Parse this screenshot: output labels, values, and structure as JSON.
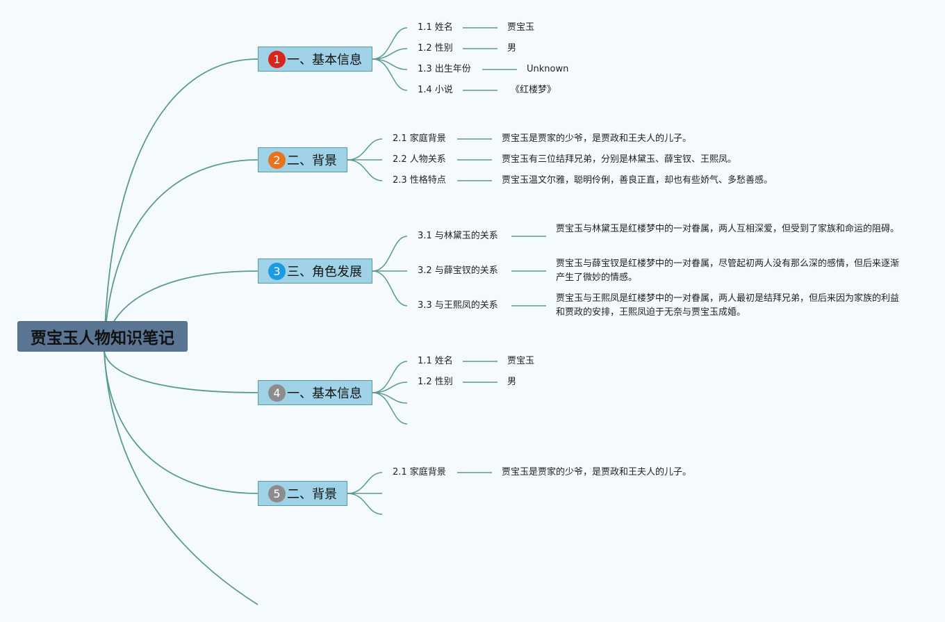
{
  "central": {
    "label": "贾宝玉人物知识笔记"
  },
  "topics": [
    {
      "num": "1",
      "label": "一、基本信息",
      "badge_color": "#d9251c",
      "items": [
        {
          "label": "1.1 姓名",
          "value": "贾宝玉"
        },
        {
          "label": "1.2 性别",
          "value": "男"
        },
        {
          "label": "1.3 出生年份",
          "value": "Unknown"
        },
        {
          "label": "1.4 小说",
          "value": "《红楼梦》"
        }
      ]
    },
    {
      "num": "2",
      "label": "二、背景",
      "badge_color": "#e8731e",
      "items": [
        {
          "label": "2.1 家庭背景",
          "value": "贾宝玉是贾家的少爷，是贾政和王夫人的儿子。"
        },
        {
          "label": "2.2 人物关系",
          "value": "贾宝玉有三位结拜兄弟，分别是林黛玉、薛宝钗、王熙凤。"
        },
        {
          "label": "2.3 性格特点",
          "value": "贾宝玉温文尔雅，聪明伶俐，善良正直，却也有些娇气、多愁善感。"
        }
      ]
    },
    {
      "num": "3",
      "label": "三、角色发展",
      "badge_color": "#1d9be2",
      "items": [
        {
          "label": "3.1 与林黛玉的关系",
          "value": "贾宝玉与林黛玉是红楼梦中的一对眷属，两人互相深爱，但受到了家族和命运的阻碍。"
        },
        {
          "label": "3.2 与薛宝钗的关系",
          "value": "贾宝玉与薛宝钗是红楼梦中的一对眷属，尽管起初两人没有那么深的感情，但后来逐渐产生了微妙的情感。"
        },
        {
          "label": "3.3 与王熙凤的关系",
          "value": "贾宝玉与王熙凤是红楼梦中的一对眷属，两人最初是结拜兄弟，但后来因为家族的利益和贾政的安排，王熙凤迫于无奈与贾宝玉成婚。"
        }
      ]
    },
    {
      "num": "4",
      "label": "一、基本信息",
      "badge_color": "#8c8c8c",
      "items": [
        {
          "label": "1.1 姓名",
          "value": "贾宝玉"
        },
        {
          "label": "1.2 性别",
          "value": "男"
        }
      ]
    },
    {
      "num": "5",
      "label": "二、背景",
      "badge_color": "#8c8c8c",
      "items": [
        {
          "label": "2.1 家庭背景",
          "value": "贾宝玉是贾家的少爷，是贾政和王夫人的儿子。"
        }
      ]
    }
  ]
}
